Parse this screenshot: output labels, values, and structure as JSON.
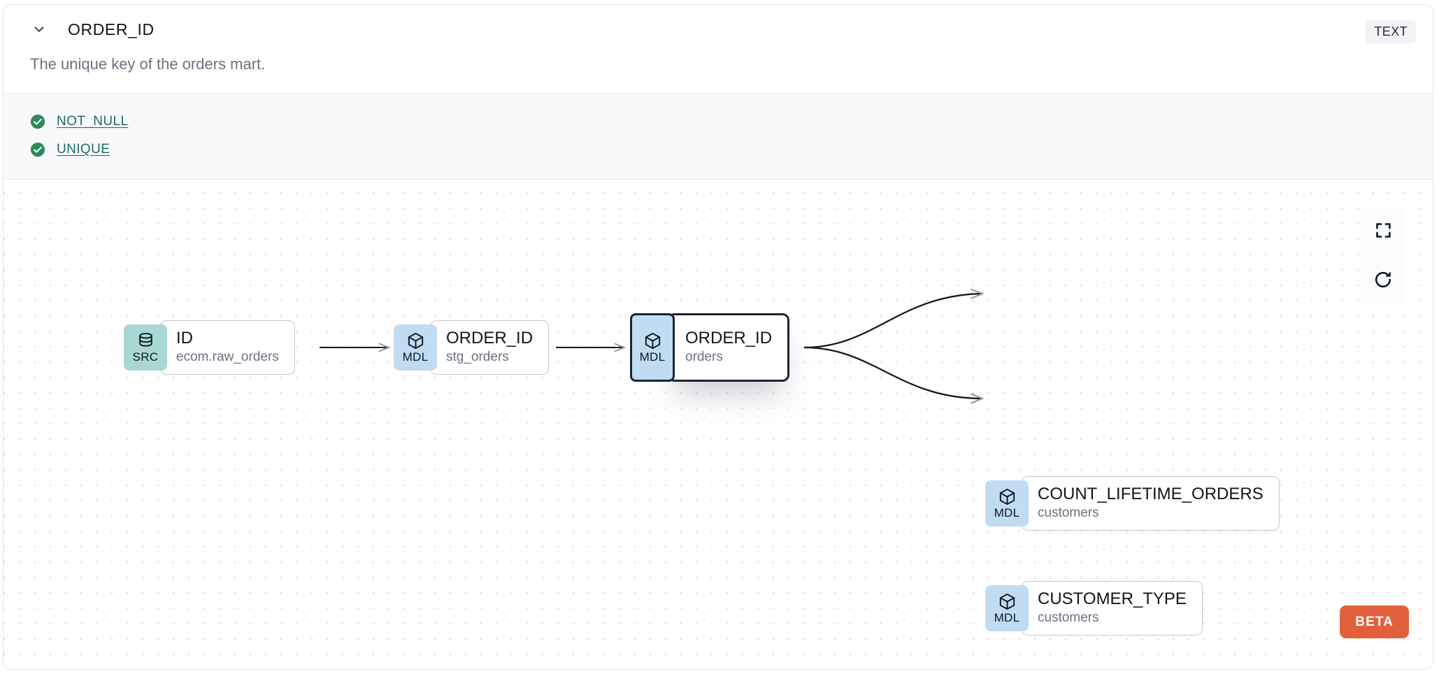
{
  "header": {
    "chevron_icon": "chevron-down-icon",
    "column_name": "ORDER_ID",
    "type_badge": "TEXT"
  },
  "description": "The unique key of the orders mart.",
  "tests": {
    "items": [
      {
        "icon": "check-circle-icon",
        "label": "NOT_NULL",
        "status": "pass"
      },
      {
        "icon": "check-circle-icon",
        "label": "UNIQUE",
        "status": "pass"
      }
    ]
  },
  "lineage": {
    "nodes": [
      {
        "id": "src_id",
        "badge": "SRC",
        "badge_icon": "database-icon",
        "name": "ID",
        "subtitle": "ecom.raw_orders",
        "selected": false
      },
      {
        "id": "stg_order_id",
        "badge": "MDL",
        "badge_icon": "cube-icon",
        "name": "ORDER_ID",
        "subtitle": "stg_orders",
        "selected": false
      },
      {
        "id": "orders_order_id",
        "badge": "MDL",
        "badge_icon": "cube-icon",
        "name": "ORDER_ID",
        "subtitle": "orders",
        "selected": true
      },
      {
        "id": "count_lifetime_orders",
        "badge": "MDL",
        "badge_icon": "cube-icon",
        "name": "COUNT_LIFETIME_ORDERS",
        "subtitle": "customers",
        "selected": false
      },
      {
        "id": "customer_type",
        "badge": "MDL",
        "badge_icon": "cube-icon",
        "name": "CUSTOMER_TYPE",
        "subtitle": "customers",
        "selected": false
      }
    ],
    "edges": [
      {
        "from": "src_id",
        "to": "stg_order_id"
      },
      {
        "from": "stg_order_id",
        "to": "orders_order_id"
      },
      {
        "from": "orders_order_id",
        "to": "count_lifetime_orders"
      },
      {
        "from": "orders_order_id",
        "to": "customer_type"
      }
    ]
  },
  "controls": {
    "fullscreen_icon": "fullscreen-icon",
    "refresh_icon": "refresh-icon"
  },
  "beta_badge": "BETA",
  "colors": {
    "src_badge_bg": "#a9d8d4",
    "mdl_badge_bg": "#bfdcf3",
    "test_pass": "#2f8a5b",
    "link": "#1d6b63",
    "beta": "#e2613c",
    "selected_border": "#1b2434"
  }
}
